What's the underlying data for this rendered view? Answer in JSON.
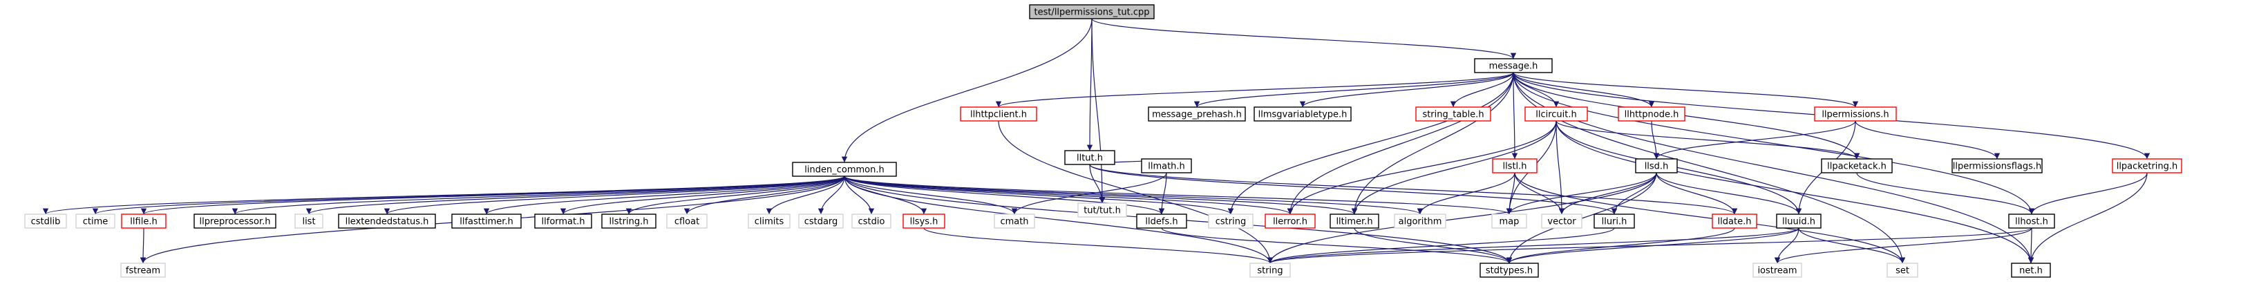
{
  "colors": {
    "edge": "#191970",
    "root_fill": "#bfbfbf",
    "normal_border": "#000000",
    "missing_border": "#d3d3d3",
    "error_border": "#ff0000",
    "text": "#000000"
  },
  "nodes": [
    {
      "id": "root",
      "label": "test/llpermissions_tut.cpp",
      "style": "root"
    },
    {
      "id": "message_h",
      "label": "message.h",
      "style": "normal"
    },
    {
      "id": "linden_common_h",
      "label": "linden_common.h",
      "style": "normal"
    },
    {
      "id": "lltut_h",
      "label": "lltut.h",
      "style": "normal"
    },
    {
      "id": "tut_tut_h",
      "label": "tut/tut.h",
      "style": "missing"
    },
    {
      "id": "llhttpclient_h",
      "label": "llhttpclient.h",
      "style": "error"
    },
    {
      "id": "message_prehash_h",
      "label": "message_prehash.h",
      "style": "normal"
    },
    {
      "id": "llmsgvariabletype_h",
      "label": "llmsgvariabletype.h",
      "style": "normal"
    },
    {
      "id": "string_table_h",
      "label": "string_table.h",
      "style": "error"
    },
    {
      "id": "llcircuit_h",
      "label": "llcircuit.h",
      "style": "error"
    },
    {
      "id": "llhttpnode_h",
      "label": "llhttpnode.h",
      "style": "error"
    },
    {
      "id": "llpermissions_h",
      "label": "llpermissions.h",
      "style": "error"
    },
    {
      "id": "llmath_h",
      "label": "llmath.h",
      "style": "normal"
    },
    {
      "id": "llstl_h",
      "label": "llstl.h",
      "style": "error"
    },
    {
      "id": "llsd_h",
      "label": "llsd.h",
      "style": "normal"
    },
    {
      "id": "llpacketack_h",
      "label": "llpacketack.h",
      "style": "normal"
    },
    {
      "id": "llpermissionsflags_h",
      "label": "llpermissionsflags.h",
      "style": "normal"
    },
    {
      "id": "llpacketring_h",
      "label": "llpacketring.h",
      "style": "error"
    },
    {
      "id": "cstdlib",
      "label": "cstdlib",
      "style": "missing"
    },
    {
      "id": "ctime",
      "label": "ctime",
      "style": "missing"
    },
    {
      "id": "llfile_h",
      "label": "llfile.h",
      "style": "error"
    },
    {
      "id": "llpreprocessor_h",
      "label": "llpreprocessor.h",
      "style": "normal"
    },
    {
      "id": "list",
      "label": "list",
      "style": "missing"
    },
    {
      "id": "llextendedstatus_h",
      "label": "llextendedstatus.h",
      "style": "normal"
    },
    {
      "id": "llfasttimer_h",
      "label": "llfasttimer.h",
      "style": "normal"
    },
    {
      "id": "llformat_h",
      "label": "llformat.h",
      "style": "normal"
    },
    {
      "id": "llstring_h",
      "label": "llstring.h",
      "style": "normal"
    },
    {
      "id": "cfloat",
      "label": "cfloat",
      "style": "missing"
    },
    {
      "id": "climits",
      "label": "climits",
      "style": "missing"
    },
    {
      "id": "cstdarg",
      "label": "cstdarg",
      "style": "missing"
    },
    {
      "id": "cstdio",
      "label": "cstdio",
      "style": "missing"
    },
    {
      "id": "llsys_h",
      "label": "llsys.h",
      "style": "error"
    },
    {
      "id": "cmath",
      "label": "cmath",
      "style": "missing"
    },
    {
      "id": "lldefs_h",
      "label": "lldefs.h",
      "style": "normal"
    },
    {
      "id": "cstring",
      "label": "cstring",
      "style": "missing"
    },
    {
      "id": "llerror_h",
      "label": "llerror.h",
      "style": "error"
    },
    {
      "id": "lltimer_h",
      "label": "lltimer.h",
      "style": "normal"
    },
    {
      "id": "algorithm",
      "label": "algorithm",
      "style": "missing"
    },
    {
      "id": "map",
      "label": "map",
      "style": "missing"
    },
    {
      "id": "vector",
      "label": "vector",
      "style": "missing"
    },
    {
      "id": "lluri_h",
      "label": "lluri.h",
      "style": "normal"
    },
    {
      "id": "lldate_h",
      "label": "lldate.h",
      "style": "error"
    },
    {
      "id": "lluuid_h",
      "label": "lluuid.h",
      "style": "normal"
    },
    {
      "id": "llhost_h",
      "label": "llhost.h",
      "style": "normal"
    },
    {
      "id": "fstream",
      "label": "fstream",
      "style": "missing"
    },
    {
      "id": "string",
      "label": "string",
      "style": "missing"
    },
    {
      "id": "stdtypes_h",
      "label": "stdtypes.h",
      "style": "normal"
    },
    {
      "id": "iostream",
      "label": "iostream",
      "style": "missing"
    },
    {
      "id": "set",
      "label": "set",
      "style": "missing"
    },
    {
      "id": "net_h",
      "label": "net.h",
      "style": "normal"
    }
  ],
  "edges": [
    [
      "root",
      "message_h"
    ],
    [
      "root",
      "linden_common_h"
    ],
    [
      "root",
      "lltut_h"
    ],
    [
      "root",
      "tut_tut_h"
    ],
    [
      "message_h",
      "llhttpclient_h"
    ],
    [
      "message_h",
      "message_prehash_h"
    ],
    [
      "message_h",
      "llmsgvariabletype_h"
    ],
    [
      "message_h",
      "string_table_h"
    ],
    [
      "message_h",
      "llcircuit_h"
    ],
    [
      "message_h",
      "llhttpnode_h"
    ],
    [
      "message_h",
      "llpermissions_h"
    ],
    [
      "message_h",
      "llpacketring_h"
    ],
    [
      "message_h",
      "llstl_h"
    ],
    [
      "message_h",
      "llpacketack_h"
    ],
    [
      "message_h",
      "llhost_h"
    ],
    [
      "message_h",
      "llerror_h"
    ],
    [
      "message_h",
      "lltimer_h"
    ],
    [
      "message_h",
      "cstring"
    ],
    [
      "message_h",
      "set"
    ],
    [
      "message_h",
      "net_h"
    ],
    [
      "lltut_h",
      "tut_tut_h"
    ],
    [
      "lltut_h",
      "llmath_h"
    ],
    [
      "lltut_h",
      "lldate_h"
    ],
    [
      "lltut_h",
      "lluri_h"
    ],
    [
      "linden_common_h",
      "cstdlib"
    ],
    [
      "linden_common_h",
      "ctime"
    ],
    [
      "linden_common_h",
      "llfile_h"
    ],
    [
      "linden_common_h",
      "llpreprocessor_h"
    ],
    [
      "linden_common_h",
      "list"
    ],
    [
      "linden_common_h",
      "llextendedstatus_h"
    ],
    [
      "linden_common_h",
      "llfasttimer_h"
    ],
    [
      "linden_common_h",
      "llformat_h"
    ],
    [
      "linden_common_h",
      "llstring_h"
    ],
    [
      "linden_common_h",
      "cfloat"
    ],
    [
      "linden_common_h",
      "climits"
    ],
    [
      "linden_common_h",
      "cstdarg"
    ],
    [
      "linden_common_h",
      "cstdio"
    ],
    [
      "linden_common_h",
      "llsys_h"
    ],
    [
      "linden_common_h",
      "cmath"
    ],
    [
      "linden_common_h",
      "lldefs_h"
    ],
    [
      "linden_common_h",
      "cstring"
    ],
    [
      "linden_common_h",
      "llerror_h"
    ],
    [
      "linden_common_h",
      "lltimer_h"
    ],
    [
      "linden_common_h",
      "algorithm"
    ],
    [
      "linden_common_h",
      "map"
    ],
    [
      "linden_common_h",
      "fstream"
    ],
    [
      "linden_common_h",
      "string"
    ],
    [
      "linden_common_h",
      "stdtypes_h"
    ],
    [
      "llhttpclient_h",
      "string"
    ],
    [
      "llmath_h",
      "cmath"
    ],
    [
      "llmath_h",
      "lldefs_h"
    ],
    [
      "llcircuit_h",
      "llerror_h"
    ],
    [
      "llcircuit_h",
      "map"
    ],
    [
      "llcircuit_h",
      "vector"
    ],
    [
      "llcircuit_h",
      "llpacketack_h"
    ],
    [
      "llcircuit_h",
      "lltimer_h"
    ],
    [
      "llcircuit_h",
      "lluuid_h"
    ],
    [
      "llcircuit_h",
      "net_h"
    ],
    [
      "llhttpnode_h",
      "llsd_h"
    ],
    [
      "llpermissions_h",
      "llsd_h"
    ],
    [
      "llpermissions_h",
      "llpermissionsflags_h"
    ],
    [
      "llpermissions_h",
      "lluuid_h"
    ],
    [
      "llstl_h",
      "map"
    ],
    [
      "llstl_h",
      "algorithm"
    ],
    [
      "llstl_h",
      "vector"
    ],
    [
      "llstl_h",
      "set"
    ],
    [
      "llsd_h",
      "map"
    ],
    [
      "llsd_h",
      "vector"
    ],
    [
      "llsd_h",
      "lluri_h"
    ],
    [
      "llsd_h",
      "lldate_h"
    ],
    [
      "llsd_h",
      "lluuid_h"
    ],
    [
      "llsd_h",
      "string"
    ],
    [
      "llsd_h",
      "stdtypes_h"
    ],
    [
      "llpacketring_h",
      "llhost_h"
    ],
    [
      "llpacketring_h",
      "net_h"
    ],
    [
      "llfile_h",
      "fstream"
    ],
    [
      "llsys_h",
      "string"
    ],
    [
      "lldefs_h",
      "stdtypes_h"
    ],
    [
      "lltimer_h",
      "stdtypes_h"
    ],
    [
      "lluri_h",
      "string"
    ],
    [
      "lldate_h",
      "stdtypes_h"
    ],
    [
      "lluuid_h",
      "iostream"
    ],
    [
      "lluuid_h",
      "set"
    ],
    [
      "lluuid_h",
      "stdtypes_h"
    ],
    [
      "lluuid_h",
      "string"
    ],
    [
      "llhost_h",
      "iostream"
    ],
    [
      "llhost_h",
      "string"
    ],
    [
      "llhost_h",
      "net_h"
    ],
    [
      "llpacketack_h",
      "llhost_h"
    ]
  ]
}
